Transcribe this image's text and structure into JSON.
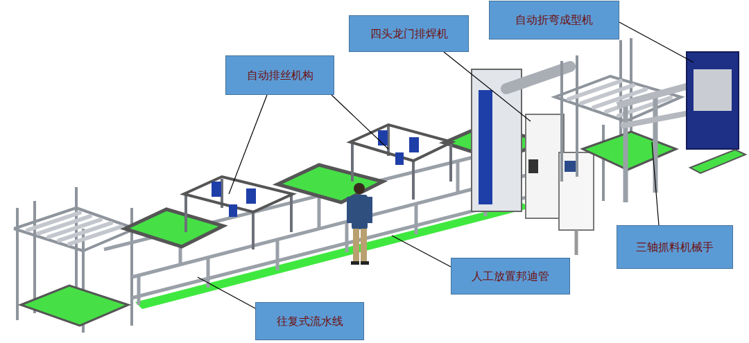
{
  "diagram": {
    "nodes": [
      {
        "text": [
          "自动折弯成型机"
        ]
      },
      {
        "text": [
          "四头龙门排焊机"
        ]
      },
      {
        "text": [
          "自动排丝机构"
        ]
      },
      {
        "text": [
          "三轴抓料机械手"
        ]
      },
      {
        "text": [
          "人工放置邦迪管"
        ]
      },
      {
        "text": [
          "往复式流水线"
        ]
      }
    ]
  }
}
